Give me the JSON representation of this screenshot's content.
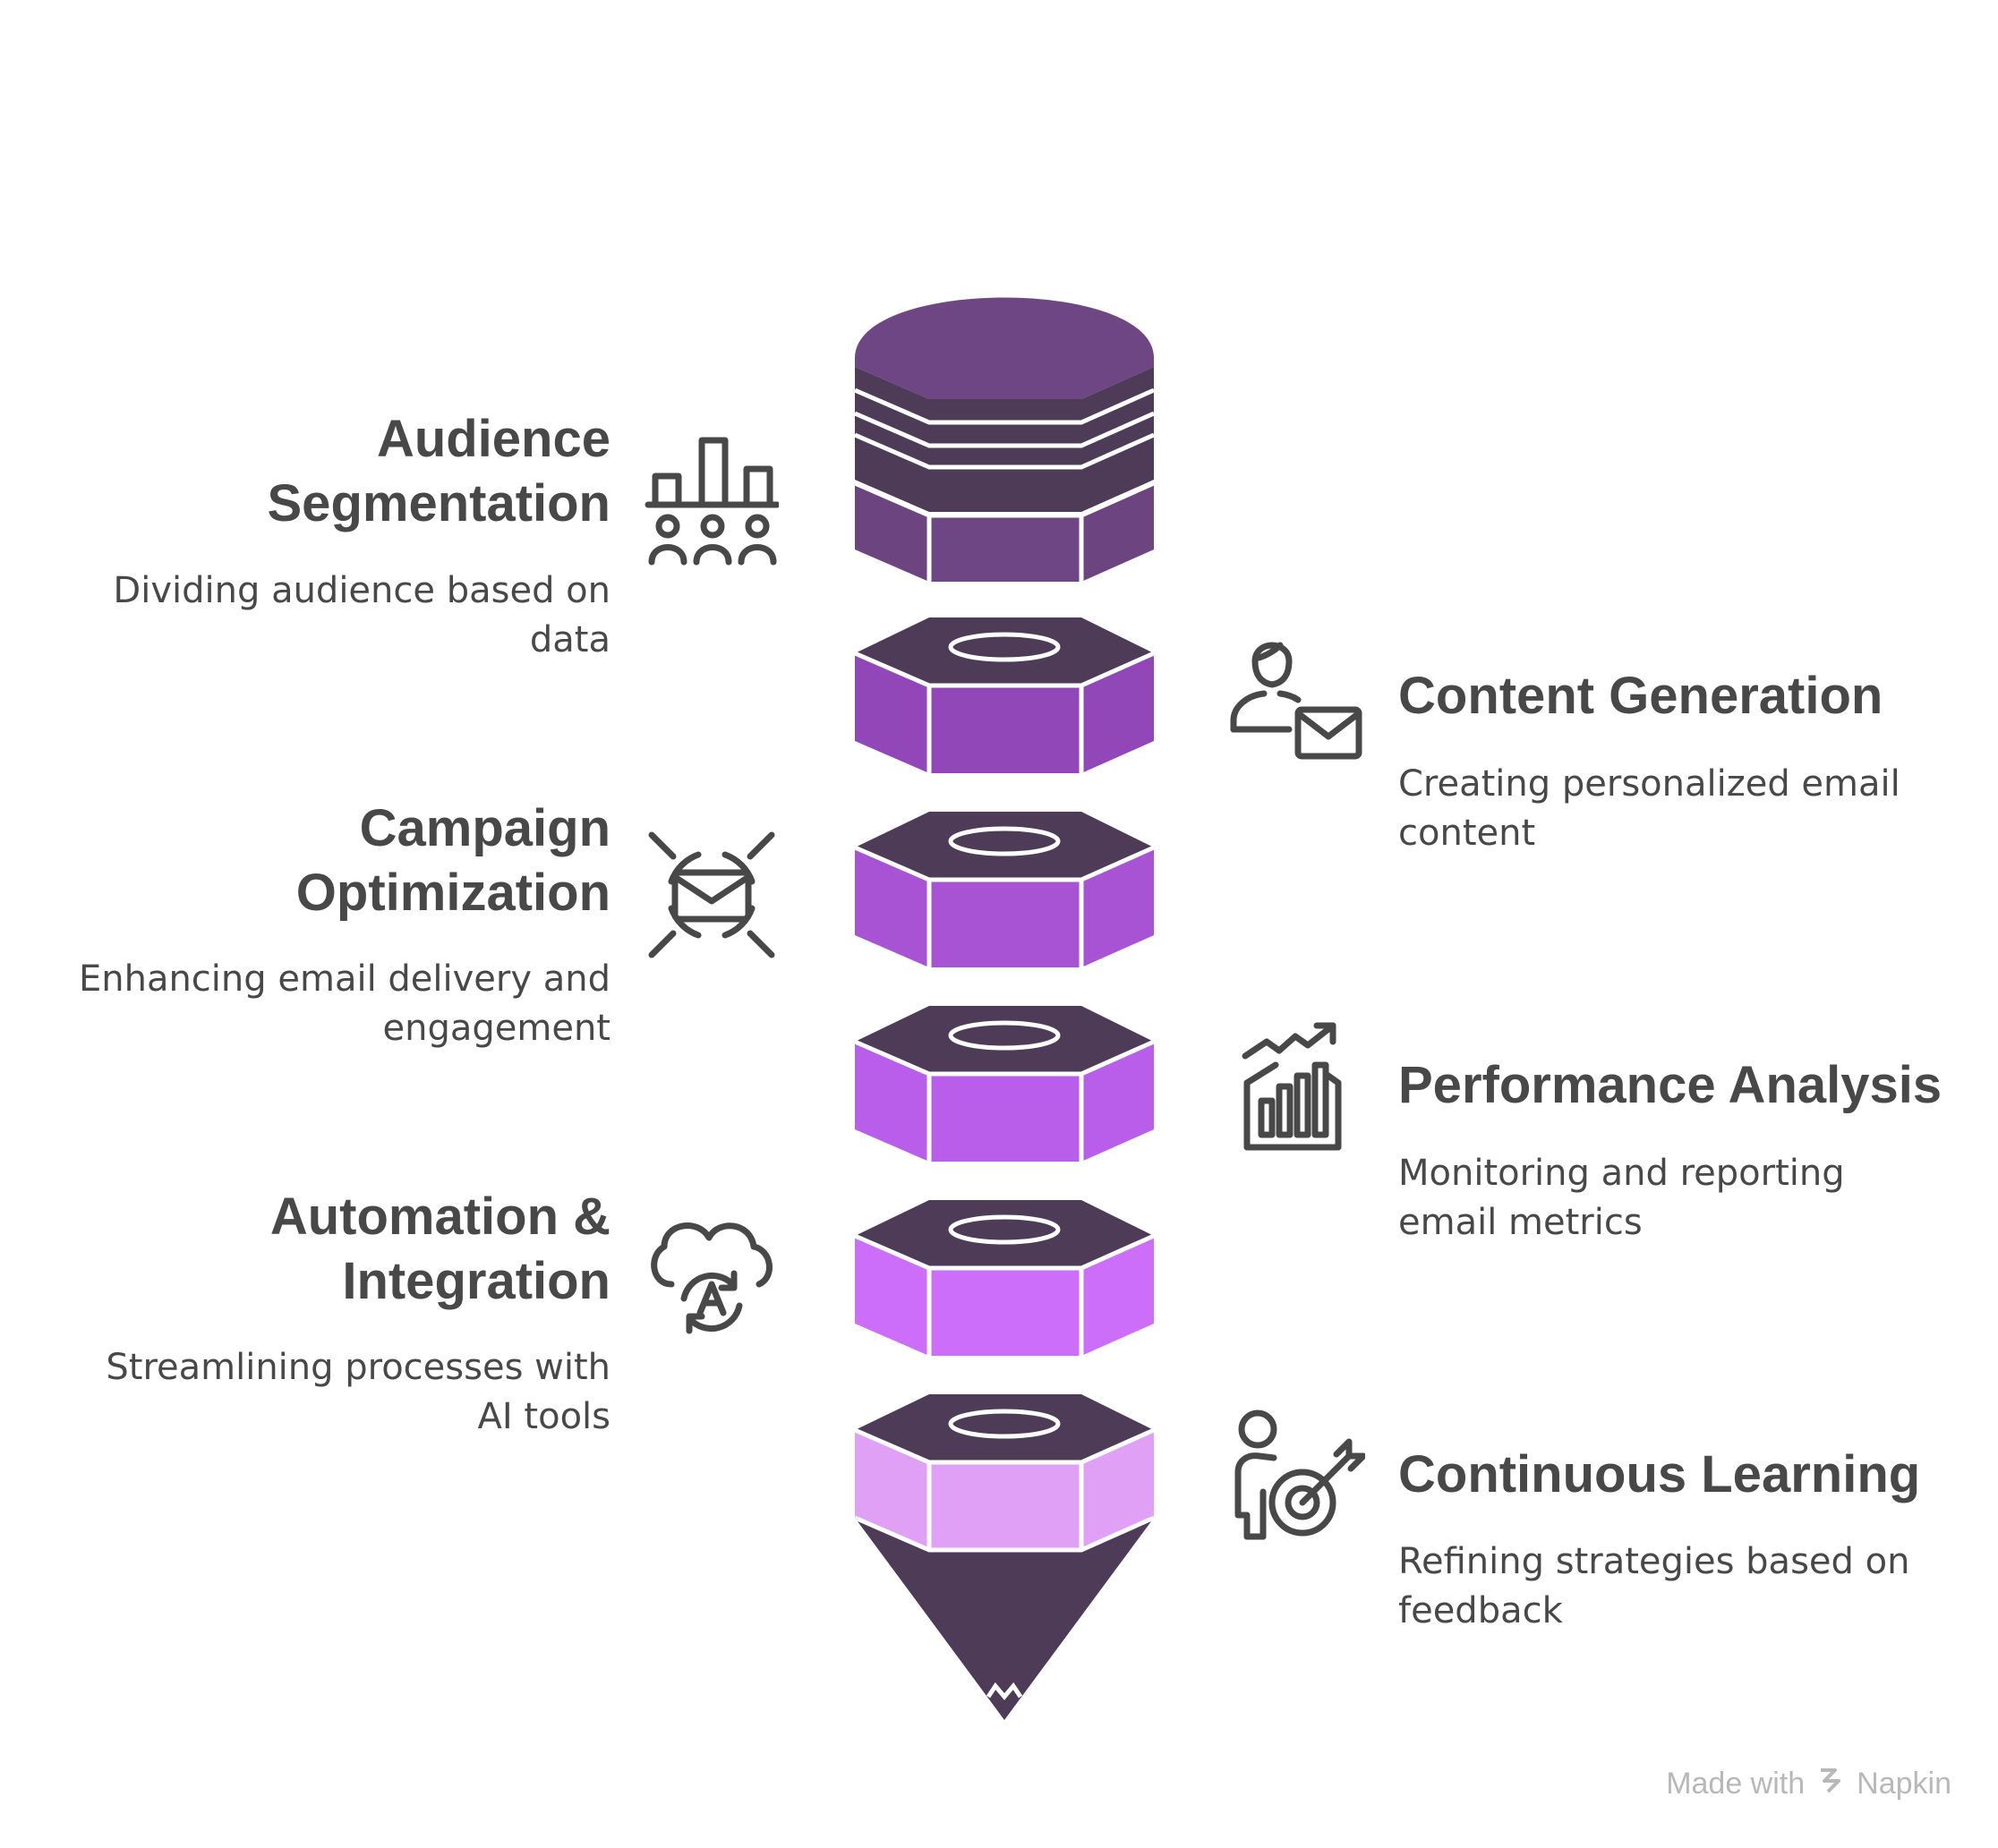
{
  "steps": [
    {
      "title": "Audience\nSegmentation",
      "description": "Dividing audience based on data",
      "icon": "audience-segmentation-icon",
      "side": "left",
      "color": "#6e4683"
    },
    {
      "title": "Content Generation",
      "description": "Creating personalized email content",
      "icon": "content-generation-icon",
      "side": "right",
      "color": "#9147b8"
    },
    {
      "title": "Campaign\nOptimization",
      "description": "Enhancing email delivery and engagement",
      "icon": "campaign-optimization-icon",
      "side": "left",
      "color": "#a753d4"
    },
    {
      "title": "Performance Analysis",
      "description": "Monitoring and reporting email metrics",
      "icon": "performance-analysis-icon",
      "side": "right",
      "color": "#b95eea"
    },
    {
      "title": "Automation &\nIntegration",
      "description": "Streamlining processes with AI tools",
      "icon": "automation-integration-icon",
      "side": "left",
      "color": "#cc6efa"
    },
    {
      "title": "Continuous Learning",
      "description": "Refining strategies based on feedback",
      "icon": "continuous-learning-icon",
      "side": "right",
      "color": "#dfa0f5"
    }
  ],
  "colors": {
    "cap": "#4e3b57",
    "text": "#484848",
    "brand": "#b8b8b8"
  },
  "brand": {
    "prefix": "Made with",
    "name": "Napkin",
    "icon": "napkin-logo-icon"
  }
}
